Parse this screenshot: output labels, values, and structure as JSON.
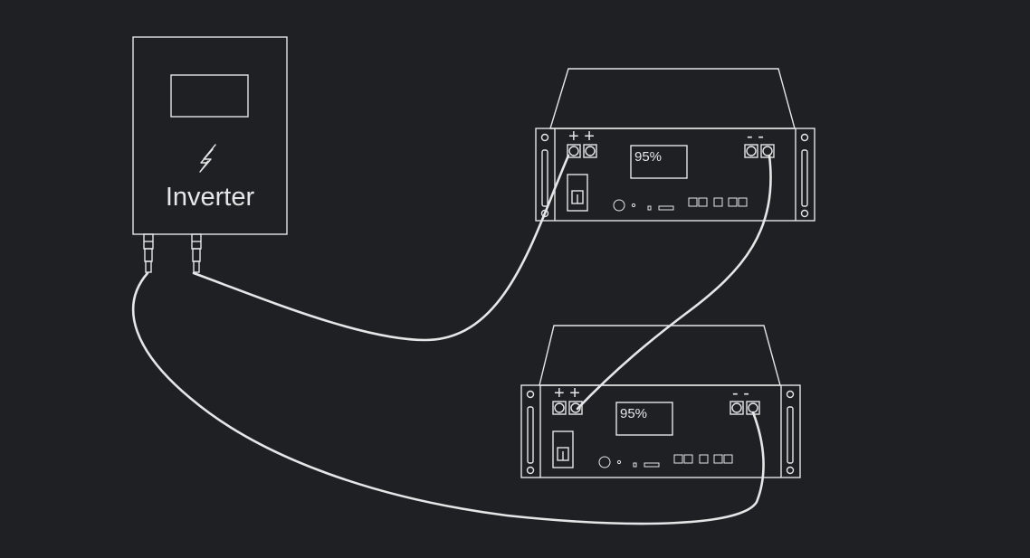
{
  "colors": {
    "background": "#1f2024",
    "line": "#e6e6e6"
  },
  "inverter": {
    "label": "Inverter",
    "icon": "lightning-bolt-icon"
  },
  "batteries": [
    {
      "soc": "95%",
      "positive_terminals": "+ +",
      "negative_terminals": "- -",
      "power_button_icon": "power-button-icon",
      "port_group_icon": "port-group-icon"
    },
    {
      "soc": "95%",
      "positive_terminals": "+ +",
      "negative_terminals": "- -",
      "power_button_icon": "power-button-icon",
      "port_group_icon": "port-group-icon"
    }
  ]
}
